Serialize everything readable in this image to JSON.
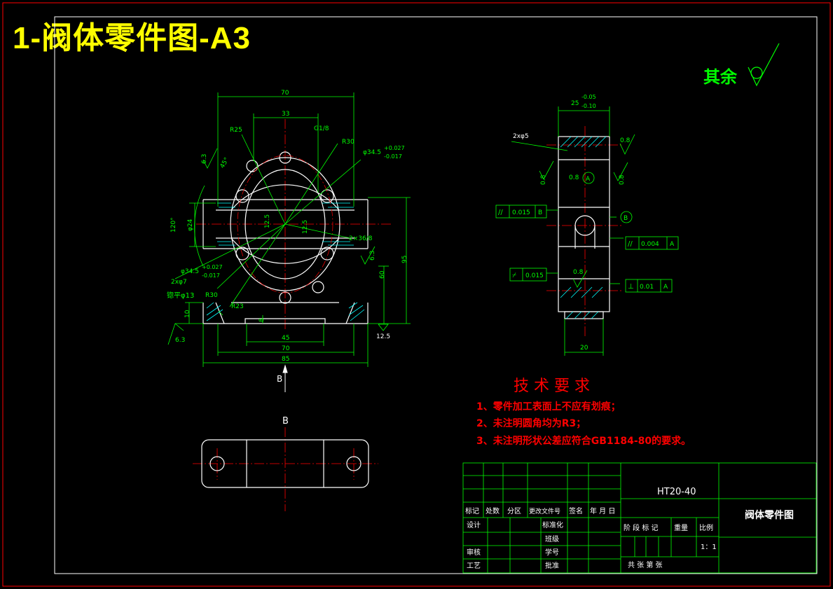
{
  "header": {
    "title": "1-阀体零件图-A3"
  },
  "surface_note": {
    "text": "其余"
  },
  "front_view": {
    "dims": {
      "w70_top": "70",
      "w33": "33",
      "thread": "G1/8",
      "r25": "R25",
      "r30_top": "R30",
      "bore_tol": "φ34.5",
      "bore_up": "+0.027",
      "bore_lo": "-0.017",
      "ra63": "6.3",
      "ang45": "45°",
      "ang120": "120°",
      "phi24": "φ24",
      "ra125a": "12.5",
      "ra125b": "12.5",
      "ra63b": "6.3",
      "bore2": "φ34.5",
      "bore2_up": "+0.027",
      "bore2_lo": "-0.017",
      "holes7": "2xφ7",
      "spot13": "锪平φ13",
      "r30_bot": "R30",
      "r23": "R23",
      "thr36": "2×36/8",
      "h10": "10",
      "h8": "8",
      "w45": "45",
      "w70_bot": "70",
      "w85": "85",
      "h60": "60",
      "h95": "95",
      "ra63c": "6.3",
      "ra125c": "12.5",
      "view_arrow": "B"
    }
  },
  "side_view": {
    "dims": {
      "w25": "25",
      "w25_up": "-0.05",
      "w25_lo": "-0.10",
      "holes5": "2xφ5",
      "ra08a": "0.8",
      "ra08b": "0.8",
      "ra08c": "0.8",
      "ra08d": "0.8",
      "datumA": "A",
      "datumB": "B",
      "par1_sym": "//",
      "par1_val": "0.015",
      "par1_ref": "B",
      "par2_sym": "//",
      "par2_val": "0.004",
      "par2_ref": "A",
      "flat_sym": "⌿",
      "flat_val": "0.015",
      "perp_sym": "⊥",
      "perp_val": "0.01",
      "perp_ref": "A",
      "ra08e": "0.8",
      "w20": "20"
    }
  },
  "view_b": {
    "label": "B"
  },
  "tech_req": {
    "title": "技 术 要 求",
    "items": [
      "1、零件加工表面上不应有划痕；",
      "2、未注明圆角均为R3；",
      "3、未注明形状公差应符合GB1184-80的要求。"
    ]
  },
  "title_block": {
    "material": "HT20-40",
    "drawing_name": "阀体零件图",
    "rev_headers": [
      "标记",
      "处数",
      "分区",
      "更改文件号",
      "签名",
      "年 月 日"
    ],
    "design": "设计",
    "standard": "标准化",
    "check": "审核",
    "process": "工艺",
    "class": "班级",
    "student_no": "学号",
    "approve": "批准",
    "stage": "阶 段 标 记",
    "weight": "重量",
    "scale": "比例",
    "scale_val": "1：1",
    "sheets": "共   张  第   张"
  },
  "colors": {
    "frame": "#ffffff",
    "green": "#00ff00",
    "red": "#ff0000",
    "cyan": "#00ffff",
    "yellow": "#ffff00"
  }
}
